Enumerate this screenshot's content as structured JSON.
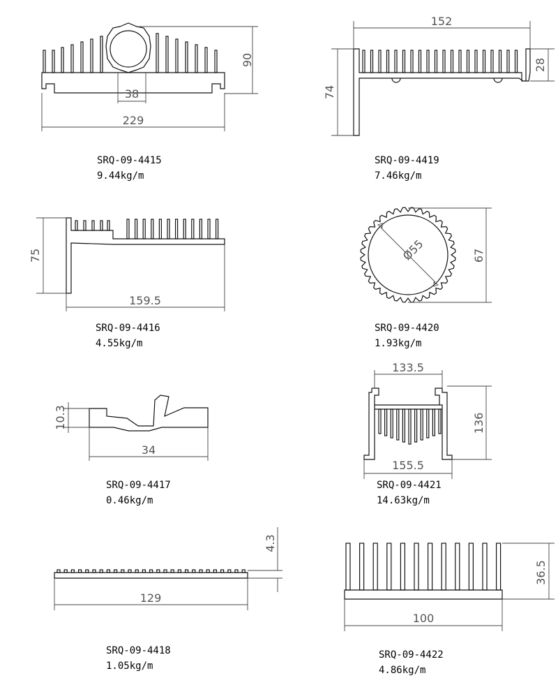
{
  "colors": {
    "outline": "#111111",
    "dimension": "#555555",
    "background": "#ffffff"
  },
  "profiles": [
    {
      "code": "SRQ-09-4415",
      "weight": "9.44kg/m",
      "dims": [
        "90",
        "38",
        "229"
      ]
    },
    {
      "code": "SRQ-09-4419",
      "weight": "7.46kg/m",
      "dims": [
        "152",
        "28",
        "74"
      ]
    },
    {
      "code": "SRQ-09-4416",
      "weight": "4.55kg/m",
      "dims": [
        "75",
        "159.5"
      ]
    },
    {
      "code": "SRQ-09-4420",
      "weight": "1.93kg/m",
      "dims": [
        "Ø55",
        "67"
      ]
    },
    {
      "code": "SRQ-09-4417",
      "weight": "0.46kg/m",
      "dims": [
        "10.3",
        "34"
      ]
    },
    {
      "code": "SRQ-09-4421",
      "weight": "14.63kg/m",
      "dims": [
        "133.5",
        "136",
        "155.5"
      ]
    },
    {
      "code": "SRQ-09-4418",
      "weight": "1.05kg/m",
      "dims": [
        "4.3",
        "129"
      ]
    },
    {
      "code": "SRQ-09-4422",
      "weight": "4.86kg/m",
      "dims": [
        "36.5",
        "100"
      ]
    }
  ]
}
